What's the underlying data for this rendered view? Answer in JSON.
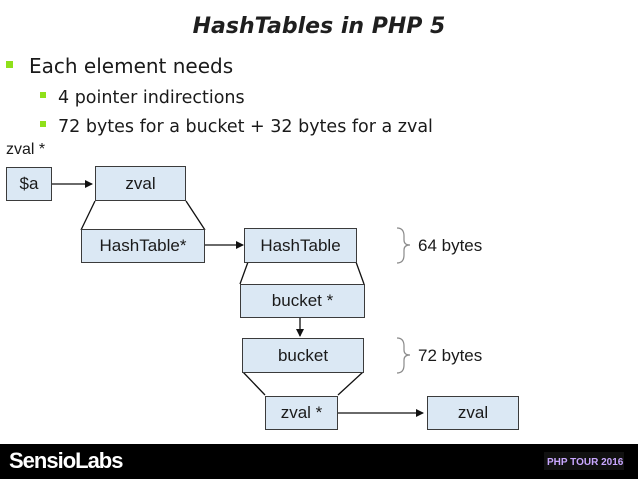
{
  "title": "HashTables in PHP 5",
  "bullets": {
    "main": "Each element needs",
    "sub1": "4 pointer indirections",
    "sub2": "72 bytes for a bucket + 32 bytes for a zval"
  },
  "diagram": {
    "zval_ptr_label": "zval *",
    "var_box": "$a",
    "zval_box": "zval",
    "hashtable_ptr_box": "HashTable*",
    "hashtable_box": "HashTable",
    "bucket_ptr_box": "bucket *",
    "bucket_box": "bucket",
    "zval_ptr_box": "zval *",
    "final_zval_box": "zval",
    "size_hashtable": "64 bytes",
    "size_bucket": "72 bytes"
  },
  "footer": {
    "logo": "SensioLabs",
    "event_logo_text": "PHP TOUR 2016"
  },
  "colors": {
    "box_fill": "#dbe8f4",
    "bullet": "#8fe01a",
    "footer": "#000000"
  }
}
